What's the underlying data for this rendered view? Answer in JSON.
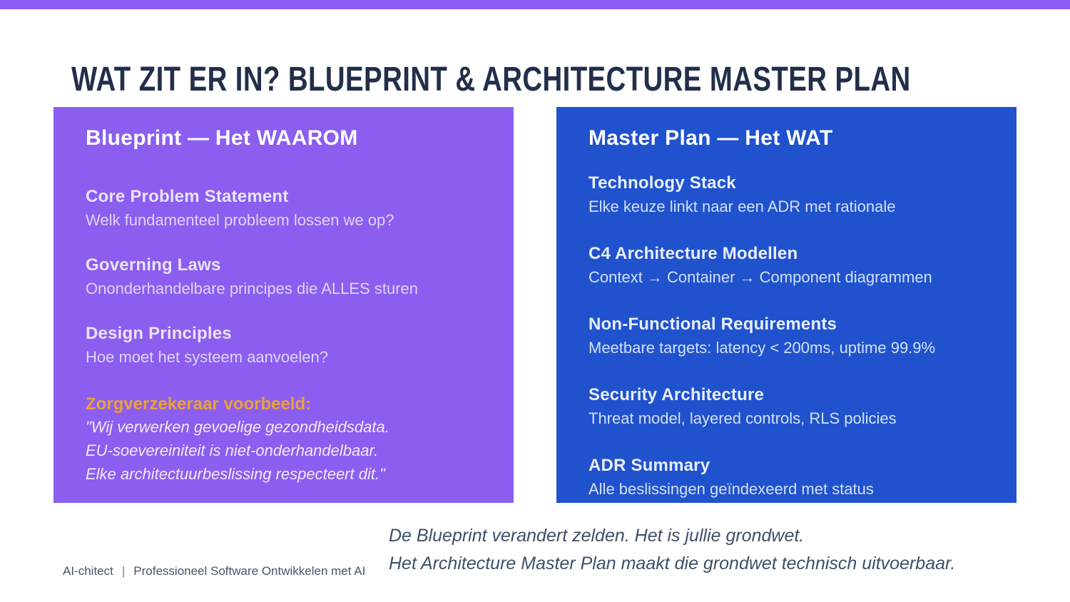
{
  "colors": {
    "topbar": "#8B5CF6",
    "left_card_bg": "#8B5EF0",
    "right_card_bg": "#2052CE",
    "title_text": "#232E4A",
    "example_orange": "#E9A13C",
    "quote_text": "#3E4F68"
  },
  "title": "WAT ZIT ER IN? BLUEPRINT & ARCHITECTURE MASTER PLAN",
  "left_card": {
    "header": "Blueprint — Het WAAROM",
    "sections": [
      {
        "heading": "Core Problem Statement",
        "body": "Welk fundamenteel probleem lossen we op?"
      },
      {
        "heading": "Governing Laws",
        "body": "Ononderhandelbare principes die ALLES sturen"
      },
      {
        "heading": "Design Principles",
        "body": "Hoe moet het systeem aanvoelen?"
      }
    ],
    "example": {
      "heading": "Zorgverzekeraar voorbeeld:",
      "lines": [
        "\"Wij verwerken gevoelige gezondheidsdata.",
        "EU-soevereiniteit is niet-onderhandelbaar.",
        "Elke architectuurbeslissing respecteert dit.\""
      ]
    }
  },
  "right_card": {
    "header": "Master Plan — Het WAT",
    "sections": [
      {
        "heading": "Technology Stack",
        "body": "Elke keuze linkt naar een ADR met rationale"
      },
      {
        "heading": "C4 Architecture Modellen",
        "body": "Context → Container → Component diagrammen"
      },
      {
        "heading": "Non-Functional Requirements",
        "body": "Meetbare targets: latency < 200ms, uptime 99.9%"
      },
      {
        "heading": "Security Architecture",
        "body": "Threat model, layered controls, RLS policies"
      },
      {
        "heading": "ADR Summary",
        "body": "Alle beslissingen geïndexeerd met status"
      }
    ]
  },
  "quote": {
    "line1": "De Blueprint verandert zelden. Het is jullie grondwet.",
    "line2": "Het Architecture Master Plan maakt die grondwet technisch uitvoerbaar."
  },
  "footer": {
    "brand": "AI-chitect",
    "separator": "|",
    "tagline": "Professioneel Software Ontwikkelen met AI"
  }
}
